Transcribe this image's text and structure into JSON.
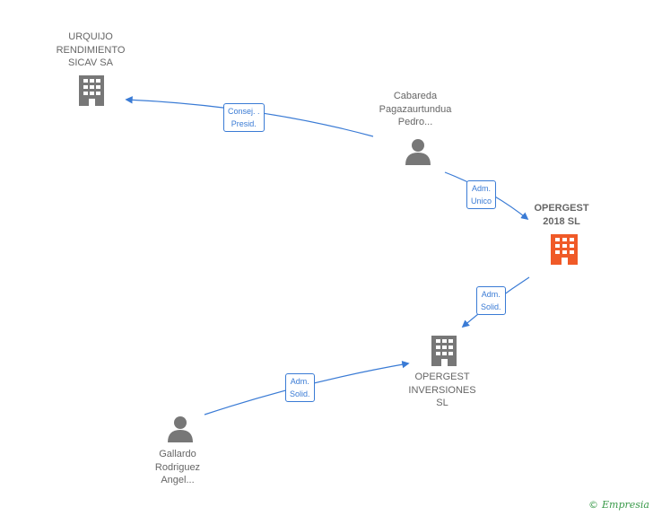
{
  "nodes": {
    "urquijo": {
      "label": "URQUIJO\nRENDIMIENTO\nSICAV SA",
      "type": "company",
      "color": "#777777"
    },
    "cabareda": {
      "label": "Cabareda\nPagazaurtundua\nPedro...",
      "type": "person",
      "color": "#777777"
    },
    "opergest2018": {
      "label": "OPERGEST\n2018  SL",
      "type": "company",
      "color": "#f05a28"
    },
    "opergestinv": {
      "label": "OPERGEST\nINVERSIONES\nSL",
      "type": "company",
      "color": "#777777"
    },
    "gallardo": {
      "label": "Gallardo\nRodriguez\nAngel...",
      "type": "person",
      "color": "#777777"
    }
  },
  "edges": {
    "e1": {
      "label": "Consej. .\nPresid."
    },
    "e2": {
      "label": "Adm.\nUnico"
    },
    "e3": {
      "label": "Adm.\nSolid."
    },
    "e4": {
      "label": "Adm.\nSolid."
    }
  },
  "colors": {
    "edge": "#3a7bd5"
  },
  "brand": {
    "copyright": "©",
    "name": "Empresia"
  }
}
